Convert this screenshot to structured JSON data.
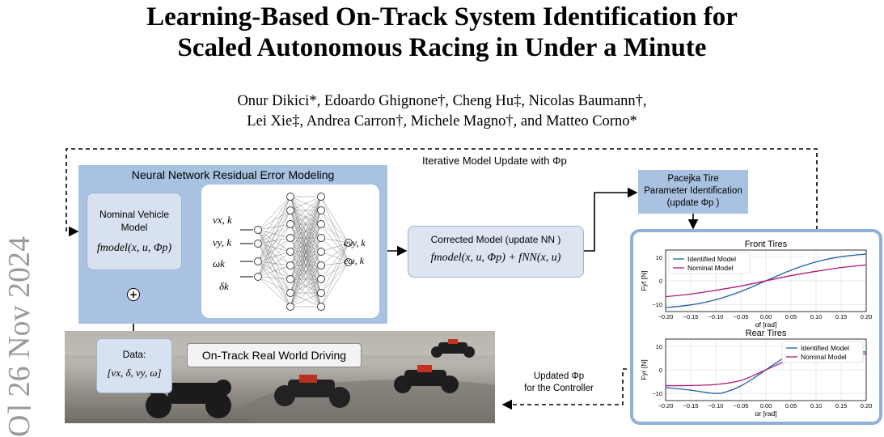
{
  "paper": {
    "title_line1": "Learning-Based On-Track System Identification for",
    "title_line2": "Scaled Autonomous Racing in Under a Minute",
    "authors_line1": "Onur Dikici*, Edoardo Ghignone†, Cheng Hu‡, Nicolas Baumann†,",
    "authors_line2": "Lei Xie‡, Andrea Carron†, Michele Magno†, and Matteo Corno*",
    "side_id": "O] 26 Nov 2024"
  },
  "figure": {
    "iterative_label": "Iterative Model Update with Φp",
    "nn_panel_title": "Neural Network Residual Error Modeling",
    "nominal_model": {
      "title": "Nominal Vehicle Model",
      "formula": "fmodel(x, u, Φp)"
    },
    "sum_symbol": "+",
    "nn_inputs": [
      "vx, k",
      "vy, k",
      "ωk",
      "δk"
    ],
    "nn_outputs": [
      "evy, k",
      "eω, k"
    ],
    "corrected_model": {
      "title": "Corrected Model (update NN )",
      "formula": "fmodel(x, u, Φp) + fNN(x, u)"
    },
    "pacejka_box": {
      "line1": "Pacejka Tire",
      "line2": "Parameter Identification",
      "line3": "(update Φp )"
    },
    "data_box": {
      "title": "Data:",
      "formula": "[vx, δ, vy, ω]"
    },
    "photo_label": "On-Track Real World Driving",
    "updated_label_line1": "Updated Φp",
    "updated_label_line2": "for the Controller"
  },
  "chart_data": [
    {
      "type": "line",
      "title": "Front Tires",
      "xlabel": "αf [rad]",
      "ylabel": "Fyf [N]",
      "xlim": [
        -0.2,
        0.2
      ],
      "ylim": [
        -13,
        13
      ],
      "xticks": [
        "−0.20",
        "−0.15",
        "−0.10",
        "−0.05",
        "0.00",
        "0.05",
        "0.10",
        "0.15",
        "0.20"
      ],
      "yticks": [
        "10",
        "0",
        "−10"
      ],
      "grid": true,
      "legend_position": "top-left",
      "series": [
        {
          "name": "Identified Model",
          "color": "#1f5fa8",
          "x": [
            -0.2,
            -0.15,
            -0.1,
            -0.05,
            0,
            0.05,
            0.1,
            0.15,
            0.2
          ],
          "y": [
            -11.3,
            -10.2,
            -8.0,
            -4.5,
            0,
            4.5,
            8.0,
            10.2,
            11.3
          ]
        },
        {
          "name": "Nominal Model",
          "color": "#b0197a",
          "x": [
            -0.2,
            -0.15,
            -0.1,
            -0.05,
            0,
            0.05,
            0.1,
            0.15,
            0.2
          ],
          "y": [
            -6.7,
            -5.6,
            -4.0,
            -2.2,
            0,
            2.2,
            4.0,
            5.6,
            6.7
          ]
        }
      ]
    },
    {
      "type": "line",
      "title": "Rear Tires",
      "xlabel": "αr [rad]",
      "ylabel": "Fyr [N]",
      "xlim": [
        -0.2,
        0.2
      ],
      "ylim": [
        -13,
        13
      ],
      "xticks": [
        "−0.20",
        "−0.15",
        "−0.10",
        "−0.05",
        "0.00",
        "0.05",
        "0.10",
        "0.15",
        "0.20"
      ],
      "yticks": [
        "10",
        "0",
        "−10"
      ],
      "grid": true,
      "legend_position": "top-right",
      "series": [
        {
          "name": "Identified Model",
          "color": "#1f5fa8",
          "x": [
            -0.2,
            -0.15,
            -0.1,
            -0.075,
            -0.05,
            -0.025,
            0,
            0.025,
            0.05,
            0.075,
            0.1,
            0.15,
            0.2
          ],
          "y": [
            -7.5,
            -8.6,
            -10.0,
            -9.0,
            -6.8,
            -3.6,
            0,
            3.6,
            6.8,
            9.0,
            10.0,
            8.6,
            7.5
          ]
        },
        {
          "name": "Nominal Model",
          "color": "#b0197a",
          "x": [
            -0.2,
            -0.15,
            -0.1,
            -0.05,
            0,
            0.05,
            0.1,
            0.15,
            0.2
          ],
          "y": [
            -6.7,
            -6.6,
            -6.2,
            -4.5,
            0,
            4.5,
            6.2,
            6.6,
            6.7
          ]
        }
      ]
    }
  ]
}
